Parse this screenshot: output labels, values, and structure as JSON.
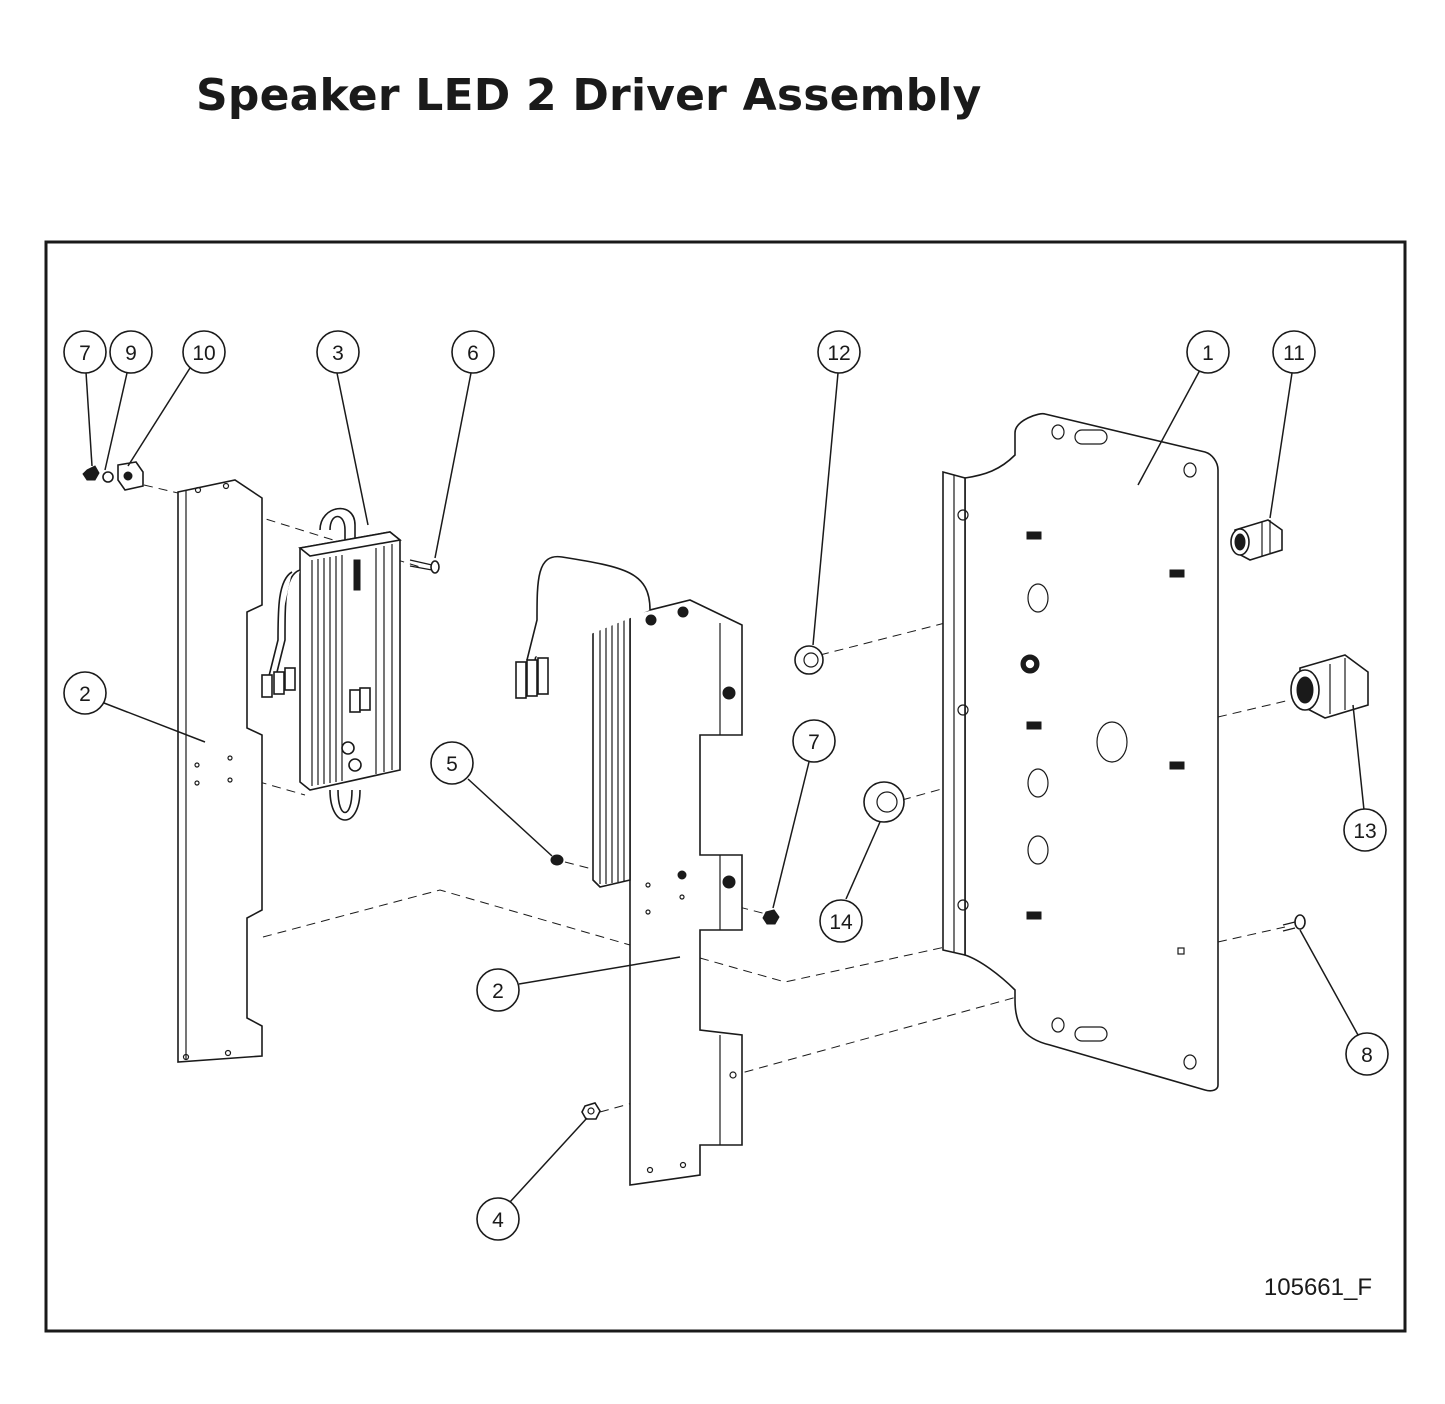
{
  "title": "Speaker LED 2 Driver Assembly",
  "document_id": "105661_F",
  "callouts": [
    "7",
    "9",
    "10",
    "3",
    "6",
    "12",
    "1",
    "11",
    "2",
    "5",
    "7",
    "13",
    "14",
    "2",
    "8",
    "4"
  ]
}
